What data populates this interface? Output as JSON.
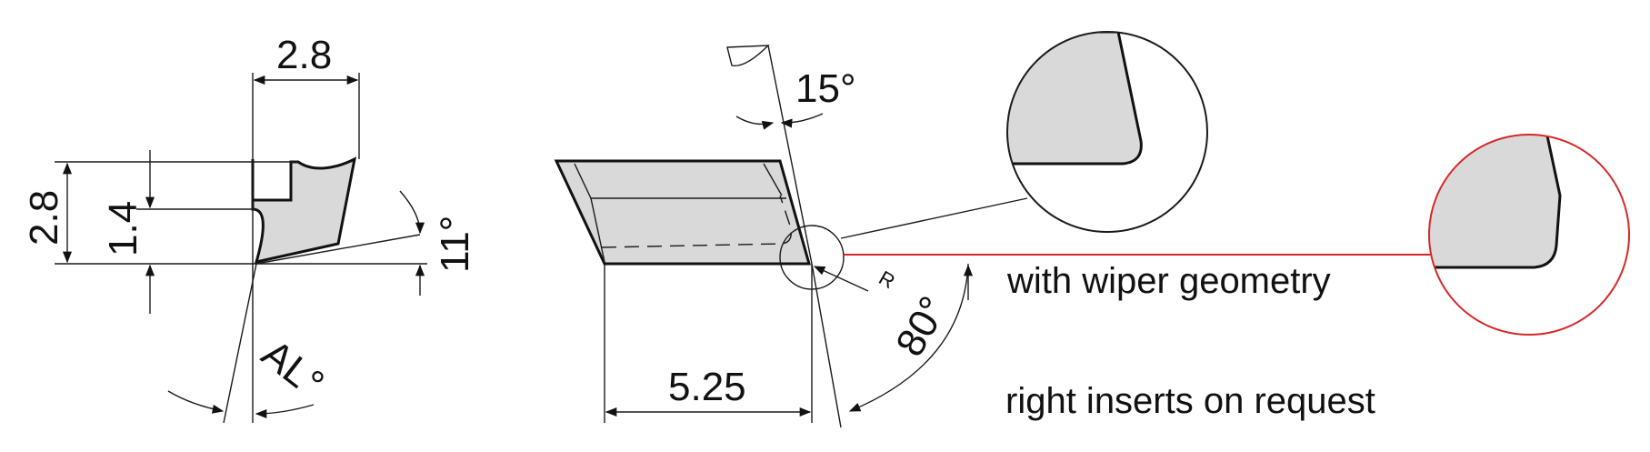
{
  "dimensions": {
    "left_width_top": "2.8",
    "left_height": "2.8",
    "left_half_height": "1.4",
    "clearance_angle": "11°",
    "approach_angle": "AL°",
    "rake_angle": "15°",
    "length": "5.25",
    "corner_radius": "R",
    "insert_angle": "80°"
  },
  "notes": {
    "wiper": "with wiper geometry",
    "right_inserts": "right inserts on request"
  },
  "colors": {
    "line": "#111111",
    "fill": "#d9d9d9",
    "highlight": "#d62828"
  }
}
